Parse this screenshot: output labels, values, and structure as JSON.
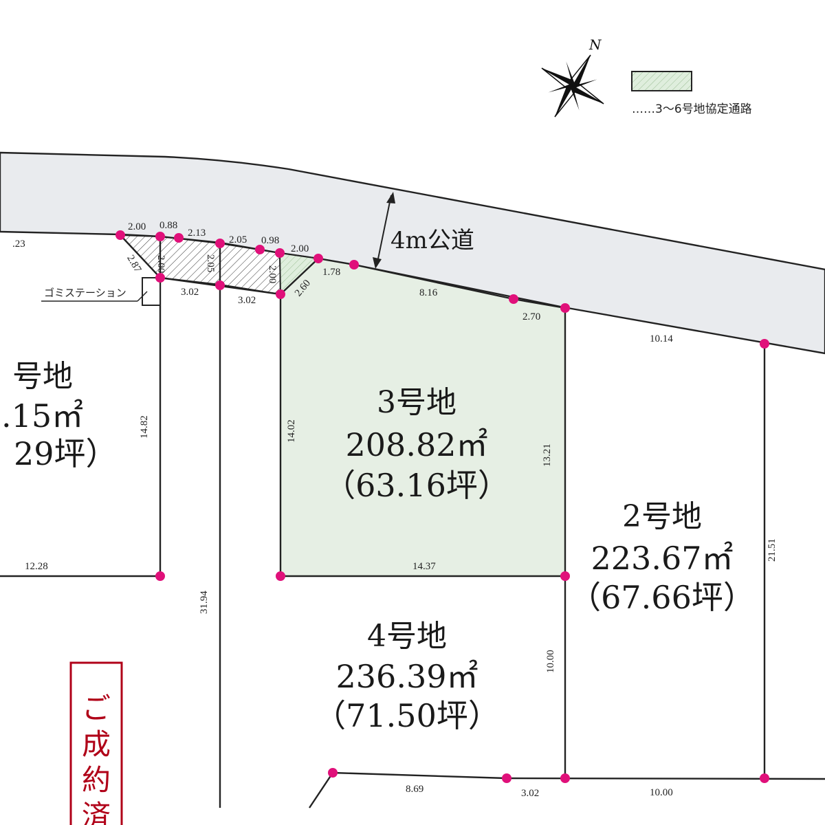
{
  "colors": {
    "road": "#e9ebee",
    "lot3_fill": "#e6efe4",
    "easement_fill": "#dfeedd",
    "vertex": "#e0107a",
    "sold": "#b00018"
  },
  "legend": {
    "label": "……3〜6号地協定通路",
    "north": "N"
  },
  "road": {
    "label": "4m公道"
  },
  "garbage_station": {
    "label": "ゴミステーション"
  },
  "lots": [
    {
      "id": "lot1",
      "name": "号地",
      "area": ".15㎡",
      "tsubo": "29坪）"
    },
    {
      "id": "lot3",
      "name": "3号地",
      "area": "208.82㎡",
      "tsubo": "（63.16坪）"
    },
    {
      "id": "lot2",
      "name": "2号地",
      "area": "223.67㎡",
      "tsubo": "（67.66坪）"
    },
    {
      "id": "lot4",
      "name": "4号地",
      "area": "236.39㎡",
      "tsubo": "（71.50坪）"
    }
  ],
  "dimensions": {
    "d_223": ".23",
    "d_200a": "2.00",
    "d_088": "0.88",
    "d_213": "2.13",
    "d_205a": "2.05",
    "d_098": "0.98",
    "d_200b": "2.00",
    "d_287": "2.87",
    "d_200c": "2.00",
    "d_205b": "2.05",
    "d_200d": "2.00",
    "d_260": "2.60",
    "d_178": "1.78",
    "d_302a": "3.02",
    "d_302b": "3.02",
    "d_816": "8.16",
    "d_270": "2.70",
    "d_1014": "10.14",
    "d_1482": "14.82",
    "d_1402": "14.02",
    "d_1321": "13.21",
    "d_2151": "21.51",
    "d_1228": "12.28",
    "d_1437": "14.37",
    "d_3194": "31.94",
    "d_1000a": "10.00",
    "d_869": "8.69",
    "d_302c": "3.02",
    "d_1000b": "10.00"
  },
  "sold_stamp": {
    "text": "ご成約済"
  }
}
